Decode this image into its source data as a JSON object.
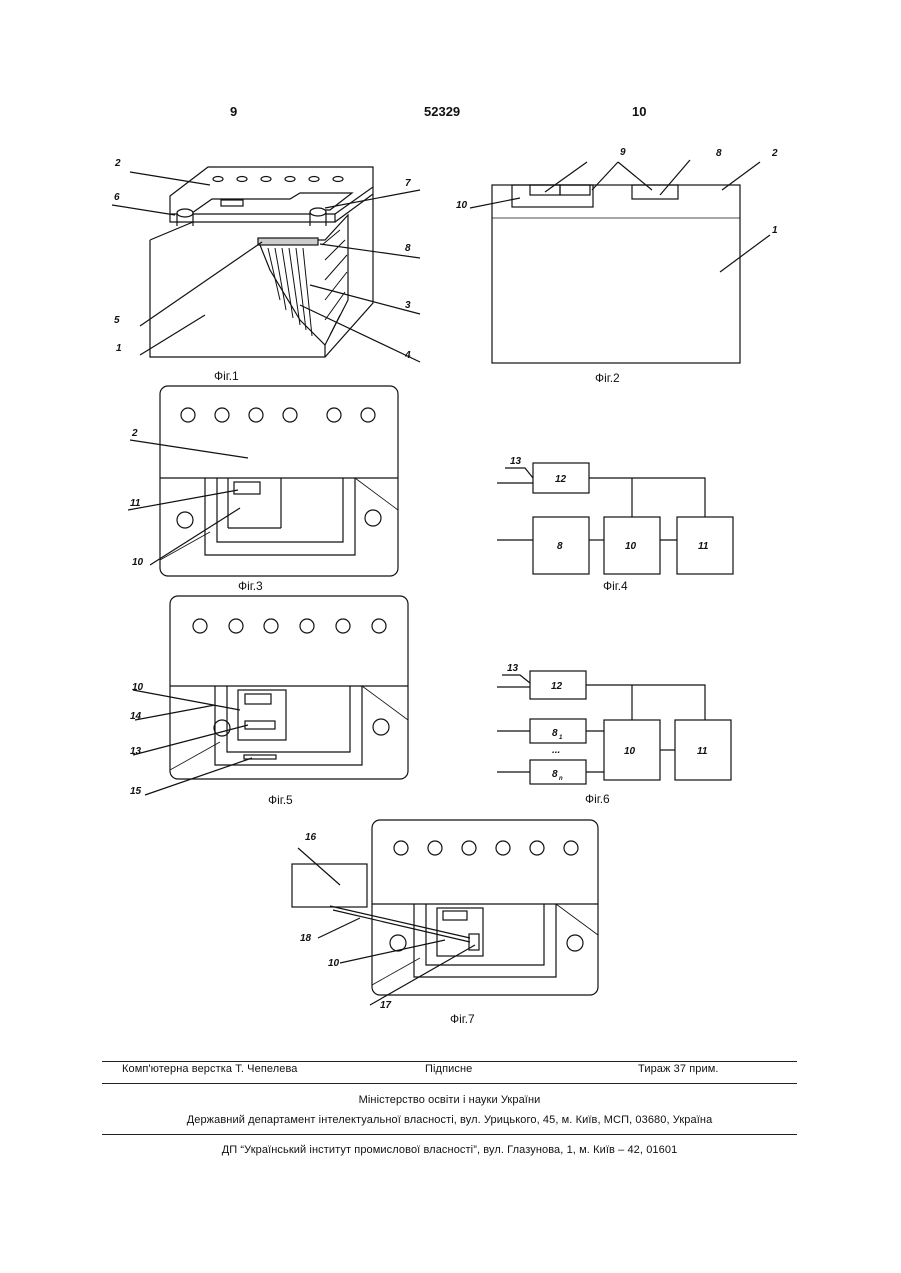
{
  "header": {
    "left_page": "9",
    "patent_number": "52329",
    "right_page": "10"
  },
  "figures": {
    "fig1": {
      "caption": "Фіг.1",
      "labels": [
        "2",
        "6",
        "7",
        "8",
        "3",
        "5",
        "1",
        "4"
      ]
    },
    "fig2": {
      "caption": "Фіг.2",
      "labels": [
        "9",
        "8",
        "2",
        "10",
        "1"
      ]
    },
    "fig3": {
      "caption": "Фіг.3",
      "labels": [
        "2",
        "11",
        "10"
      ]
    },
    "fig4": {
      "caption": "Фіг.4",
      "labels": [
        "13",
        "12",
        "8",
        "10",
        "11"
      ]
    },
    "fig5": {
      "caption": "Фіг.5",
      "labels": [
        "10",
        "14",
        "13",
        "15"
      ]
    },
    "fig6": {
      "caption": "Фіг.6",
      "labels": [
        "13",
        "12",
        "8",
        "1",
        "...",
        "8",
        "n",
        "10",
        "11"
      ]
    },
    "fig7": {
      "caption": "Фіг.7",
      "labels": [
        "16",
        "18",
        "10",
        "17"
      ]
    }
  },
  "footer": {
    "layout_by": "Комп'ютерна верстка Т. Чепелева",
    "signed": "Підписне",
    "circulation": "Тираж 37 прим.",
    "ministry": "Міністерство освіти і науки України",
    "department": "Державний департамент інтелектуальної власності, вул. Урицького, 45, м. Київ, МСП, 03680, Україна",
    "publisher": "ДП “Український інститут промислової власності”, вул. Глазунова, 1, м. Київ – 42, 01601"
  }
}
